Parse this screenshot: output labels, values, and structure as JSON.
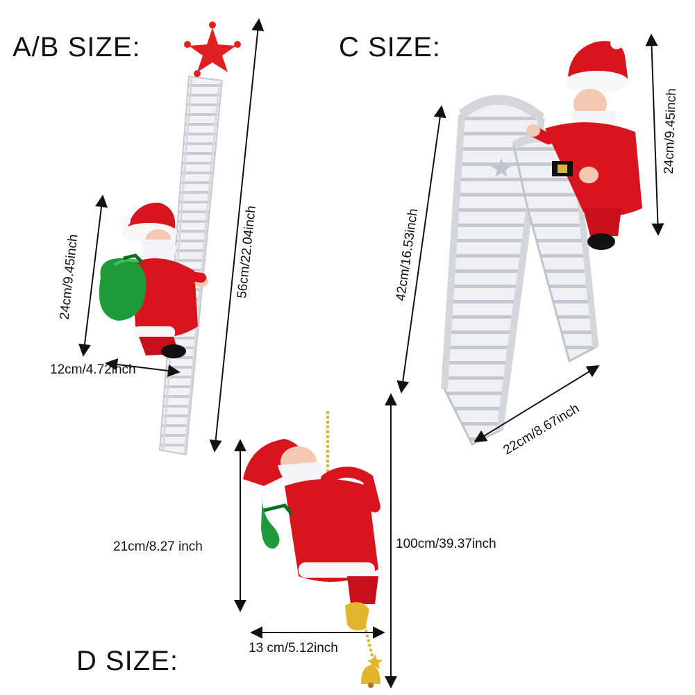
{
  "sections": {
    "ab": {
      "heading": "A/B SIZE:",
      "height": "56cm/22.04inch",
      "figure_height": "24cm/9.45inch",
      "figure_width": "12cm/4.72inch"
    },
    "c": {
      "heading": "C SIZE:",
      "ladder_height": "42cm/16.53inch",
      "ladder_width": "22cm/8.67inch",
      "figure_height": "24cm/9.45inch"
    },
    "d": {
      "heading": "D SIZE:",
      "figure_height": "21cm/8.27 inch",
      "figure_width": "13 cm/5.12inch",
      "rope_length": "100cm/39.37inch"
    }
  },
  "colors": {
    "santa_red": "#d8141e",
    "bag_green": "#1f9a3a",
    "ladder_white": "#f0f0f2",
    "star_red": "#e02020",
    "bead_gold": "#d9b43a",
    "text": "#111111"
  }
}
